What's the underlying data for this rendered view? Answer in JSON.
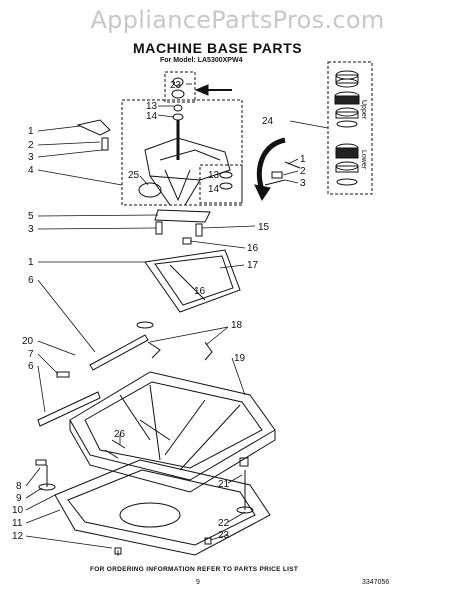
{
  "watermark": "AppliancePartsPros.com",
  "title": "MACHINE BASE PARTS",
  "model_line": "For Model: LA5300XPW4",
  "footer": "FOR ORDERING INFORMATION REFER TO PARTS PRICE LIST",
  "page_number": "9",
  "doc_number": "3347056",
  "inset_labels": {
    "upper": "Upper",
    "lower": "Lower"
  },
  "callouts": {
    "c23": "23",
    "c13a": "13",
    "c14a": "14",
    "c24": "24",
    "c1a": "1",
    "c2a": "2",
    "c3a": "3",
    "c4": "4",
    "c25": "25",
    "c13b": "13",
    "c14b": "14",
    "c1r": "1",
    "c2r": "2",
    "c3r": "3",
    "c5": "5",
    "c3b": "3",
    "c15": "15",
    "c16a": "16",
    "c1b": "1",
    "c17": "17",
    "c16b": "16",
    "c6a": "6",
    "c18": "18",
    "c20": "20",
    "c7": "7",
    "c6b": "6",
    "c19": "19",
    "c26": "26",
    "c21": "21",
    "c8": "8",
    "c9": "9",
    "c10": "10",
    "c11": "11",
    "c12": "12",
    "c22": "22",
    "c23b": "23"
  }
}
